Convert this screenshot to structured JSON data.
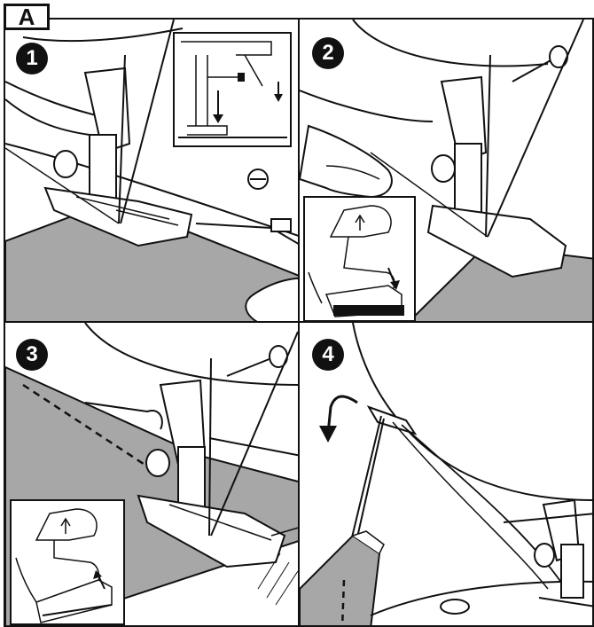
{
  "figure": {
    "label": "A",
    "steps": [
      {
        "number": "1"
      },
      {
        "number": "2"
      },
      {
        "number": "3"
      },
      {
        "number": "4"
      }
    ]
  },
  "colors": {
    "line": "#111111",
    "fabric": "#a7a7a7",
    "background": "#ffffff"
  }
}
